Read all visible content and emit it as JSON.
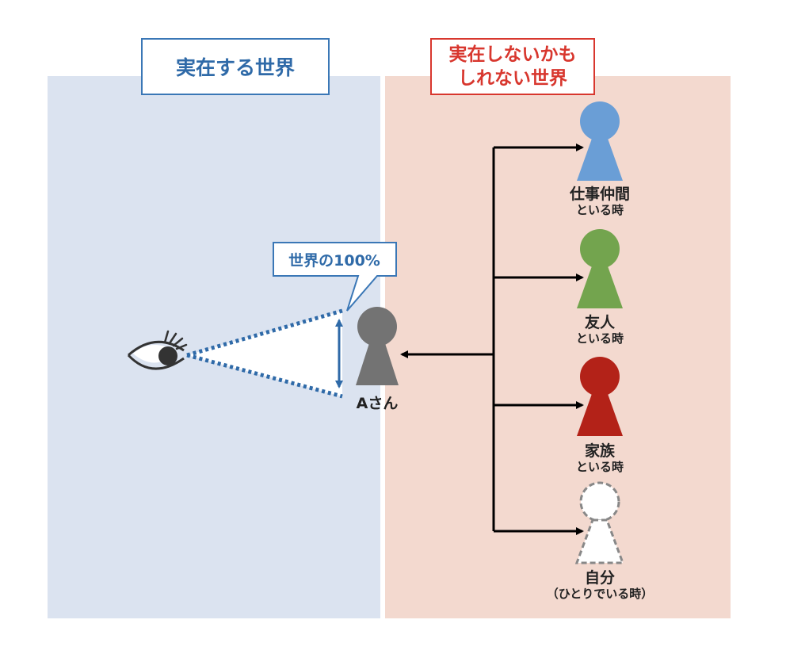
{
  "left_world": {
    "title": "実在する世界"
  },
  "right_world": {
    "title_line1": "実在しないかも",
    "title_line2": "しれない世界"
  },
  "callout": {
    "text": "世界の100%"
  },
  "person_a": {
    "label": "Aさん"
  },
  "figures": [
    {
      "line1": "仕事仲間",
      "line2": "といる時",
      "color": "#6a9ed6"
    },
    {
      "line1": "友人",
      "line2": "といる時",
      "color": "#73a44e"
    },
    {
      "line1": "家族",
      "line2": "といる時",
      "color": "#b32218"
    },
    {
      "line1": "自分",
      "line2": "（ひとりでいる時）",
      "color": "#ffffff"
    }
  ],
  "colors": {
    "left_bg": "#dbe3f0",
    "right_bg": "#f3d9cf",
    "blue_accent": "#2f6aa8",
    "red_accent": "#d8372e",
    "person_a": "#737373"
  }
}
